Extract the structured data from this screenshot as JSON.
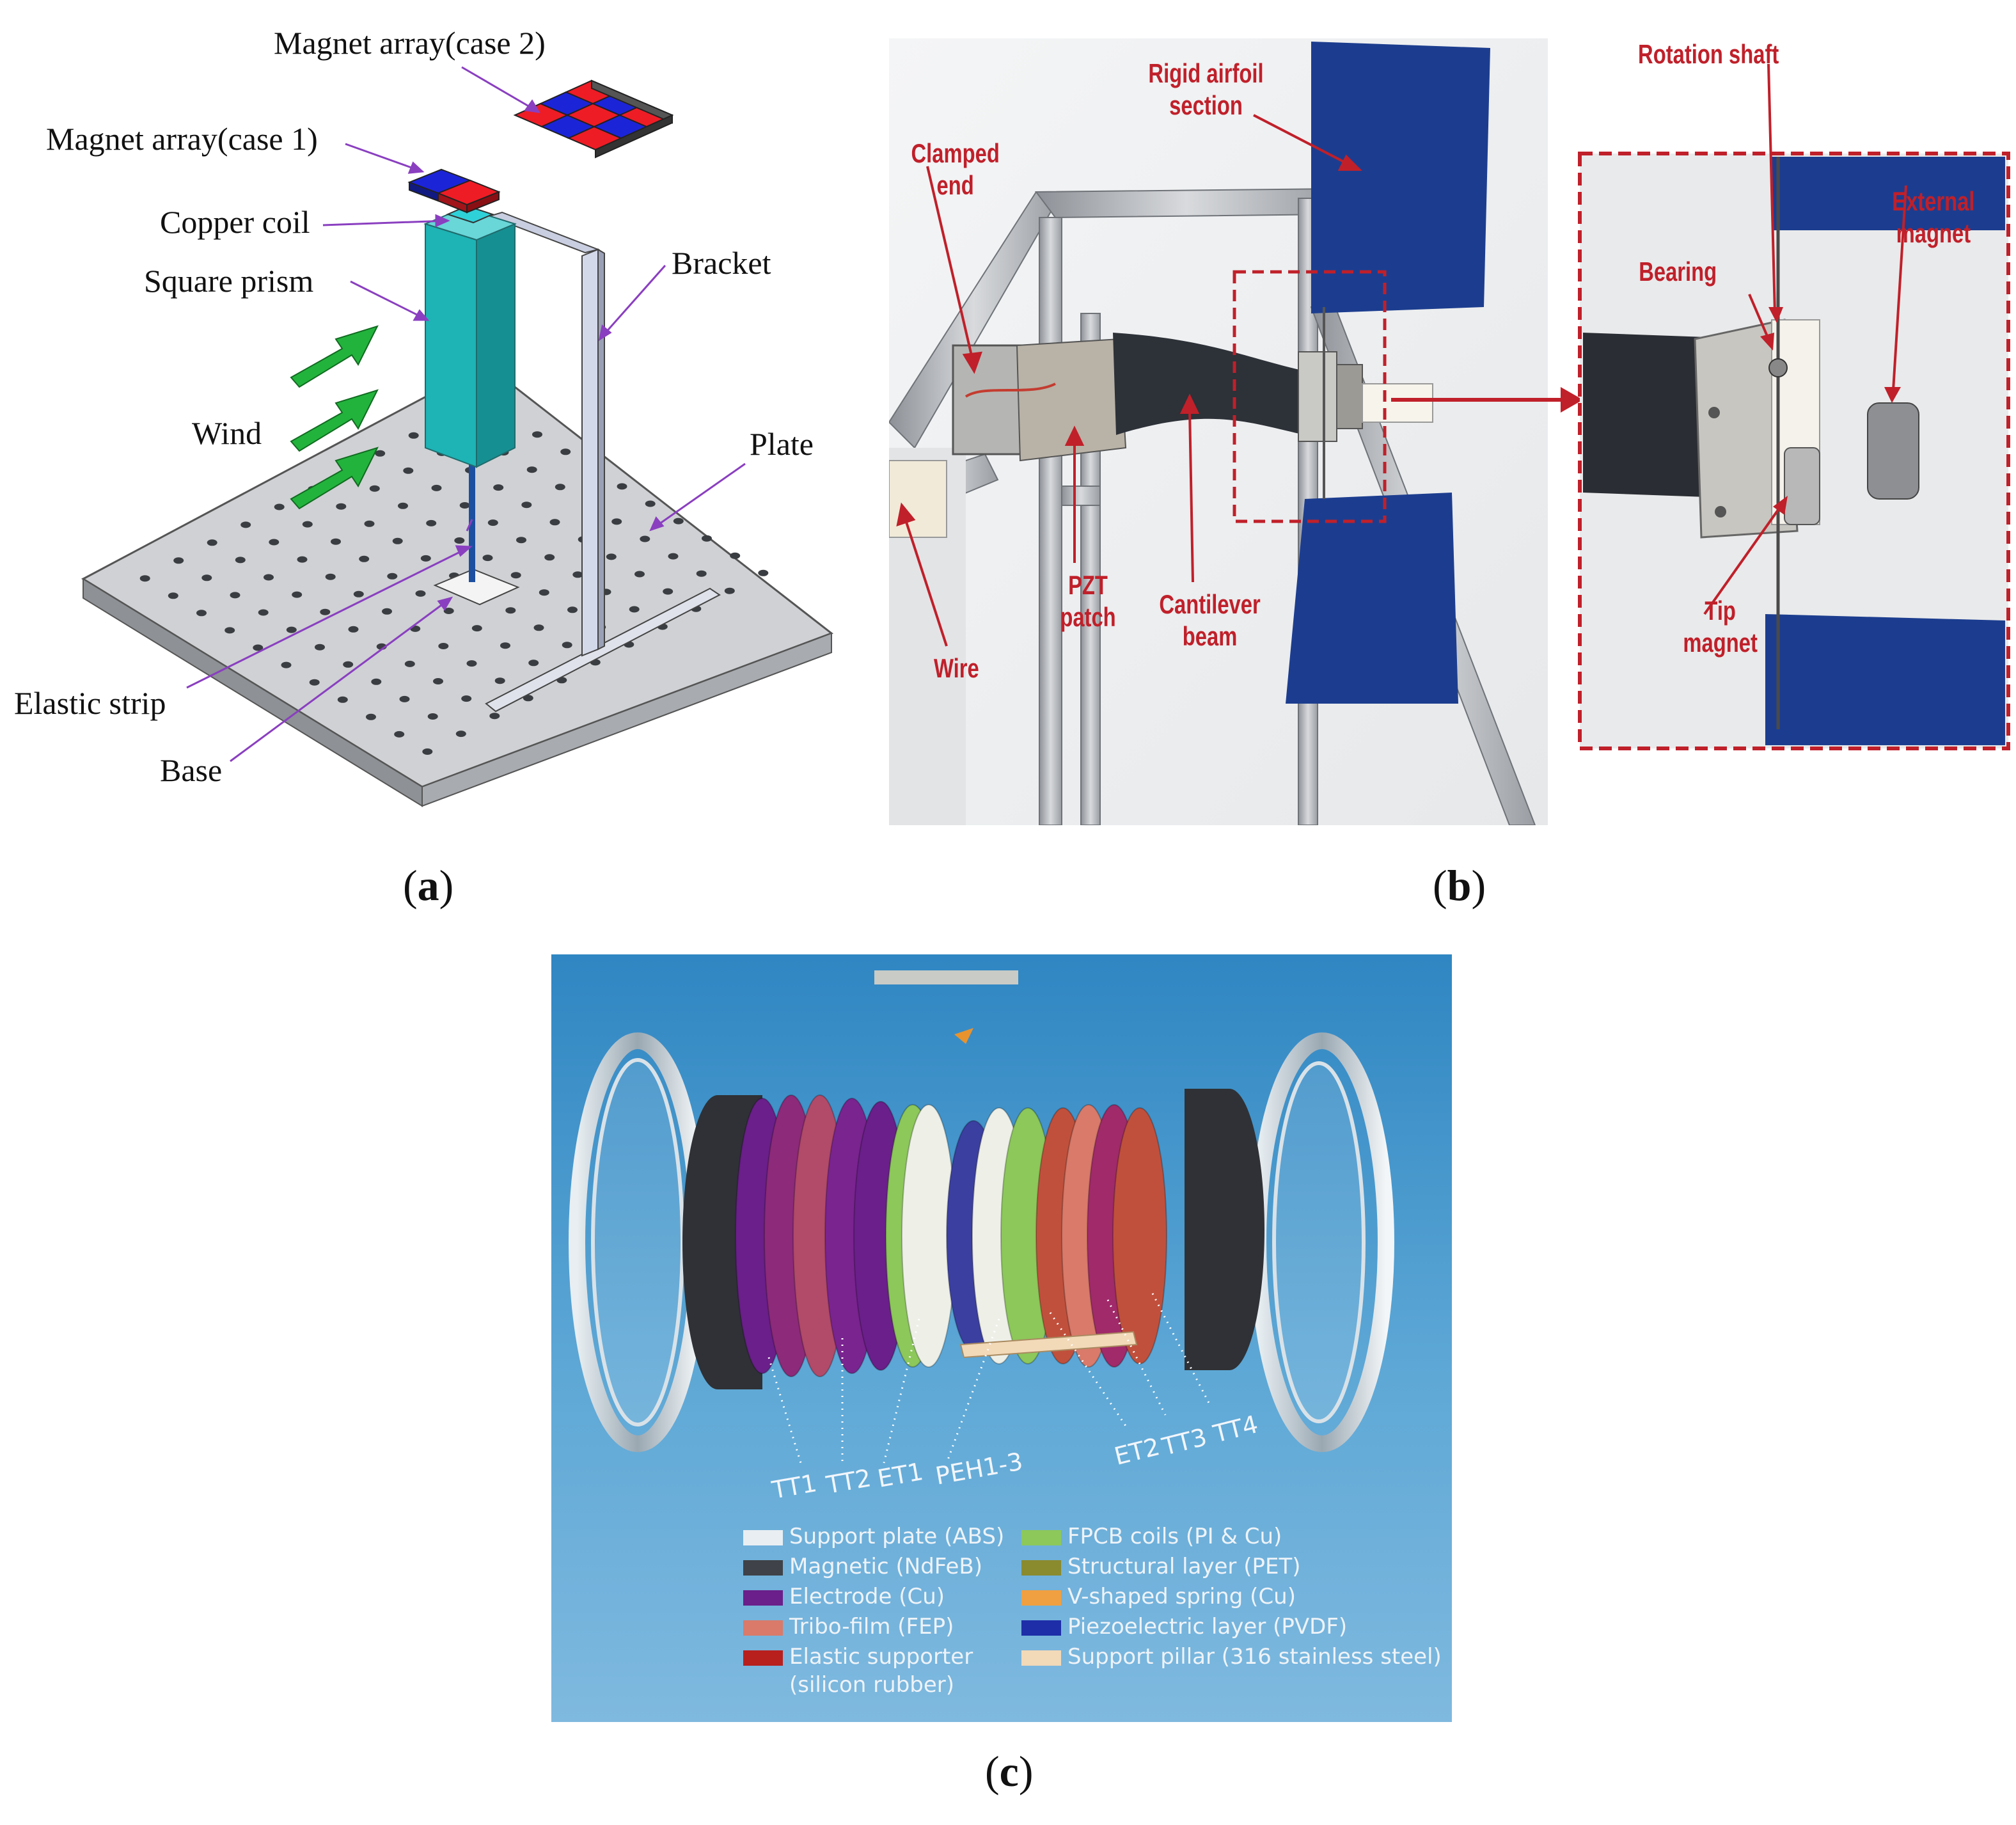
{
  "panel_a": {
    "caption": "a",
    "labels": {
      "magnet_case2": "Magnet array(case 2)",
      "magnet_case1": "Magnet array(case 1)",
      "copper_coil": "Copper coil",
      "square_prism": "Square prism",
      "bracket": "Bracket",
      "wind": "Wind",
      "plate": "Plate",
      "elastic_strip": "Elastic strip",
      "base": "Base"
    },
    "colors": {
      "prism": "#2ab8b8",
      "magnet_red": "#ee1c25",
      "magnet_blue": "#1c24d8",
      "plate": "#c8cacd",
      "arrow": "#22b33c",
      "leader": "#8a3fc0"
    }
  },
  "panel_b": {
    "caption": "b",
    "labels": {
      "clamped_end": [
        "Clamped",
        "end"
      ],
      "rigid_airfoil": [
        "Rigid airfoil",
        "section"
      ],
      "pzt_patch": [
        "PZT",
        "patch"
      ],
      "cantilever_beam": [
        "Cantilever",
        "beam"
      ],
      "wire": "Wire",
      "rotation_shaft": "Rotation shaft",
      "bearing": "Bearing",
      "external_magnet": [
        "External",
        "magnet"
      ],
      "tip_magnet": [
        "Tip",
        "magnet"
      ]
    },
    "colors": {
      "airfoil": "#1c3d8f",
      "label_red": "#c0202a",
      "frame": "#b4b7bb"
    }
  },
  "panel_c": {
    "caption": "c",
    "layer_labels": [
      "TT1",
      "TT2",
      "ET1",
      "PEH1-3",
      "ET2",
      "TT3",
      "TT4"
    ],
    "legend": [
      {
        "label": "Support plate (ABS)",
        "color": "#e9eef2"
      },
      {
        "label": "Magnetic (NdFeB)",
        "color": "#3f4248"
      },
      {
        "label": "Electrode (Cu)",
        "color": "#6a1f8a"
      },
      {
        "label": "Tribo-film (FEP)",
        "color": "#d97a6a"
      },
      {
        "label": "Elastic supporter",
        "label2": "(silicon rubber)",
        "color": "#b8201e"
      },
      {
        "label": "FPCB coils (PI & Cu)",
        "color": "#8cc85a"
      },
      {
        "label": "Structural layer (PET)",
        "color": "#8a8a2e"
      },
      {
        "label": "V-shaped spring (Cu)",
        "color": "#f0a040"
      },
      {
        "label": "Piezoelectric layer (PVDF)",
        "color": "#1e2ea8"
      },
      {
        "label": "Support pillar (316  stainless steel)",
        "color": "#f2d9b8"
      }
    ],
    "colors": {
      "bg_top": "#2f86c2",
      "bg_bottom": "#7fb9df"
    }
  }
}
